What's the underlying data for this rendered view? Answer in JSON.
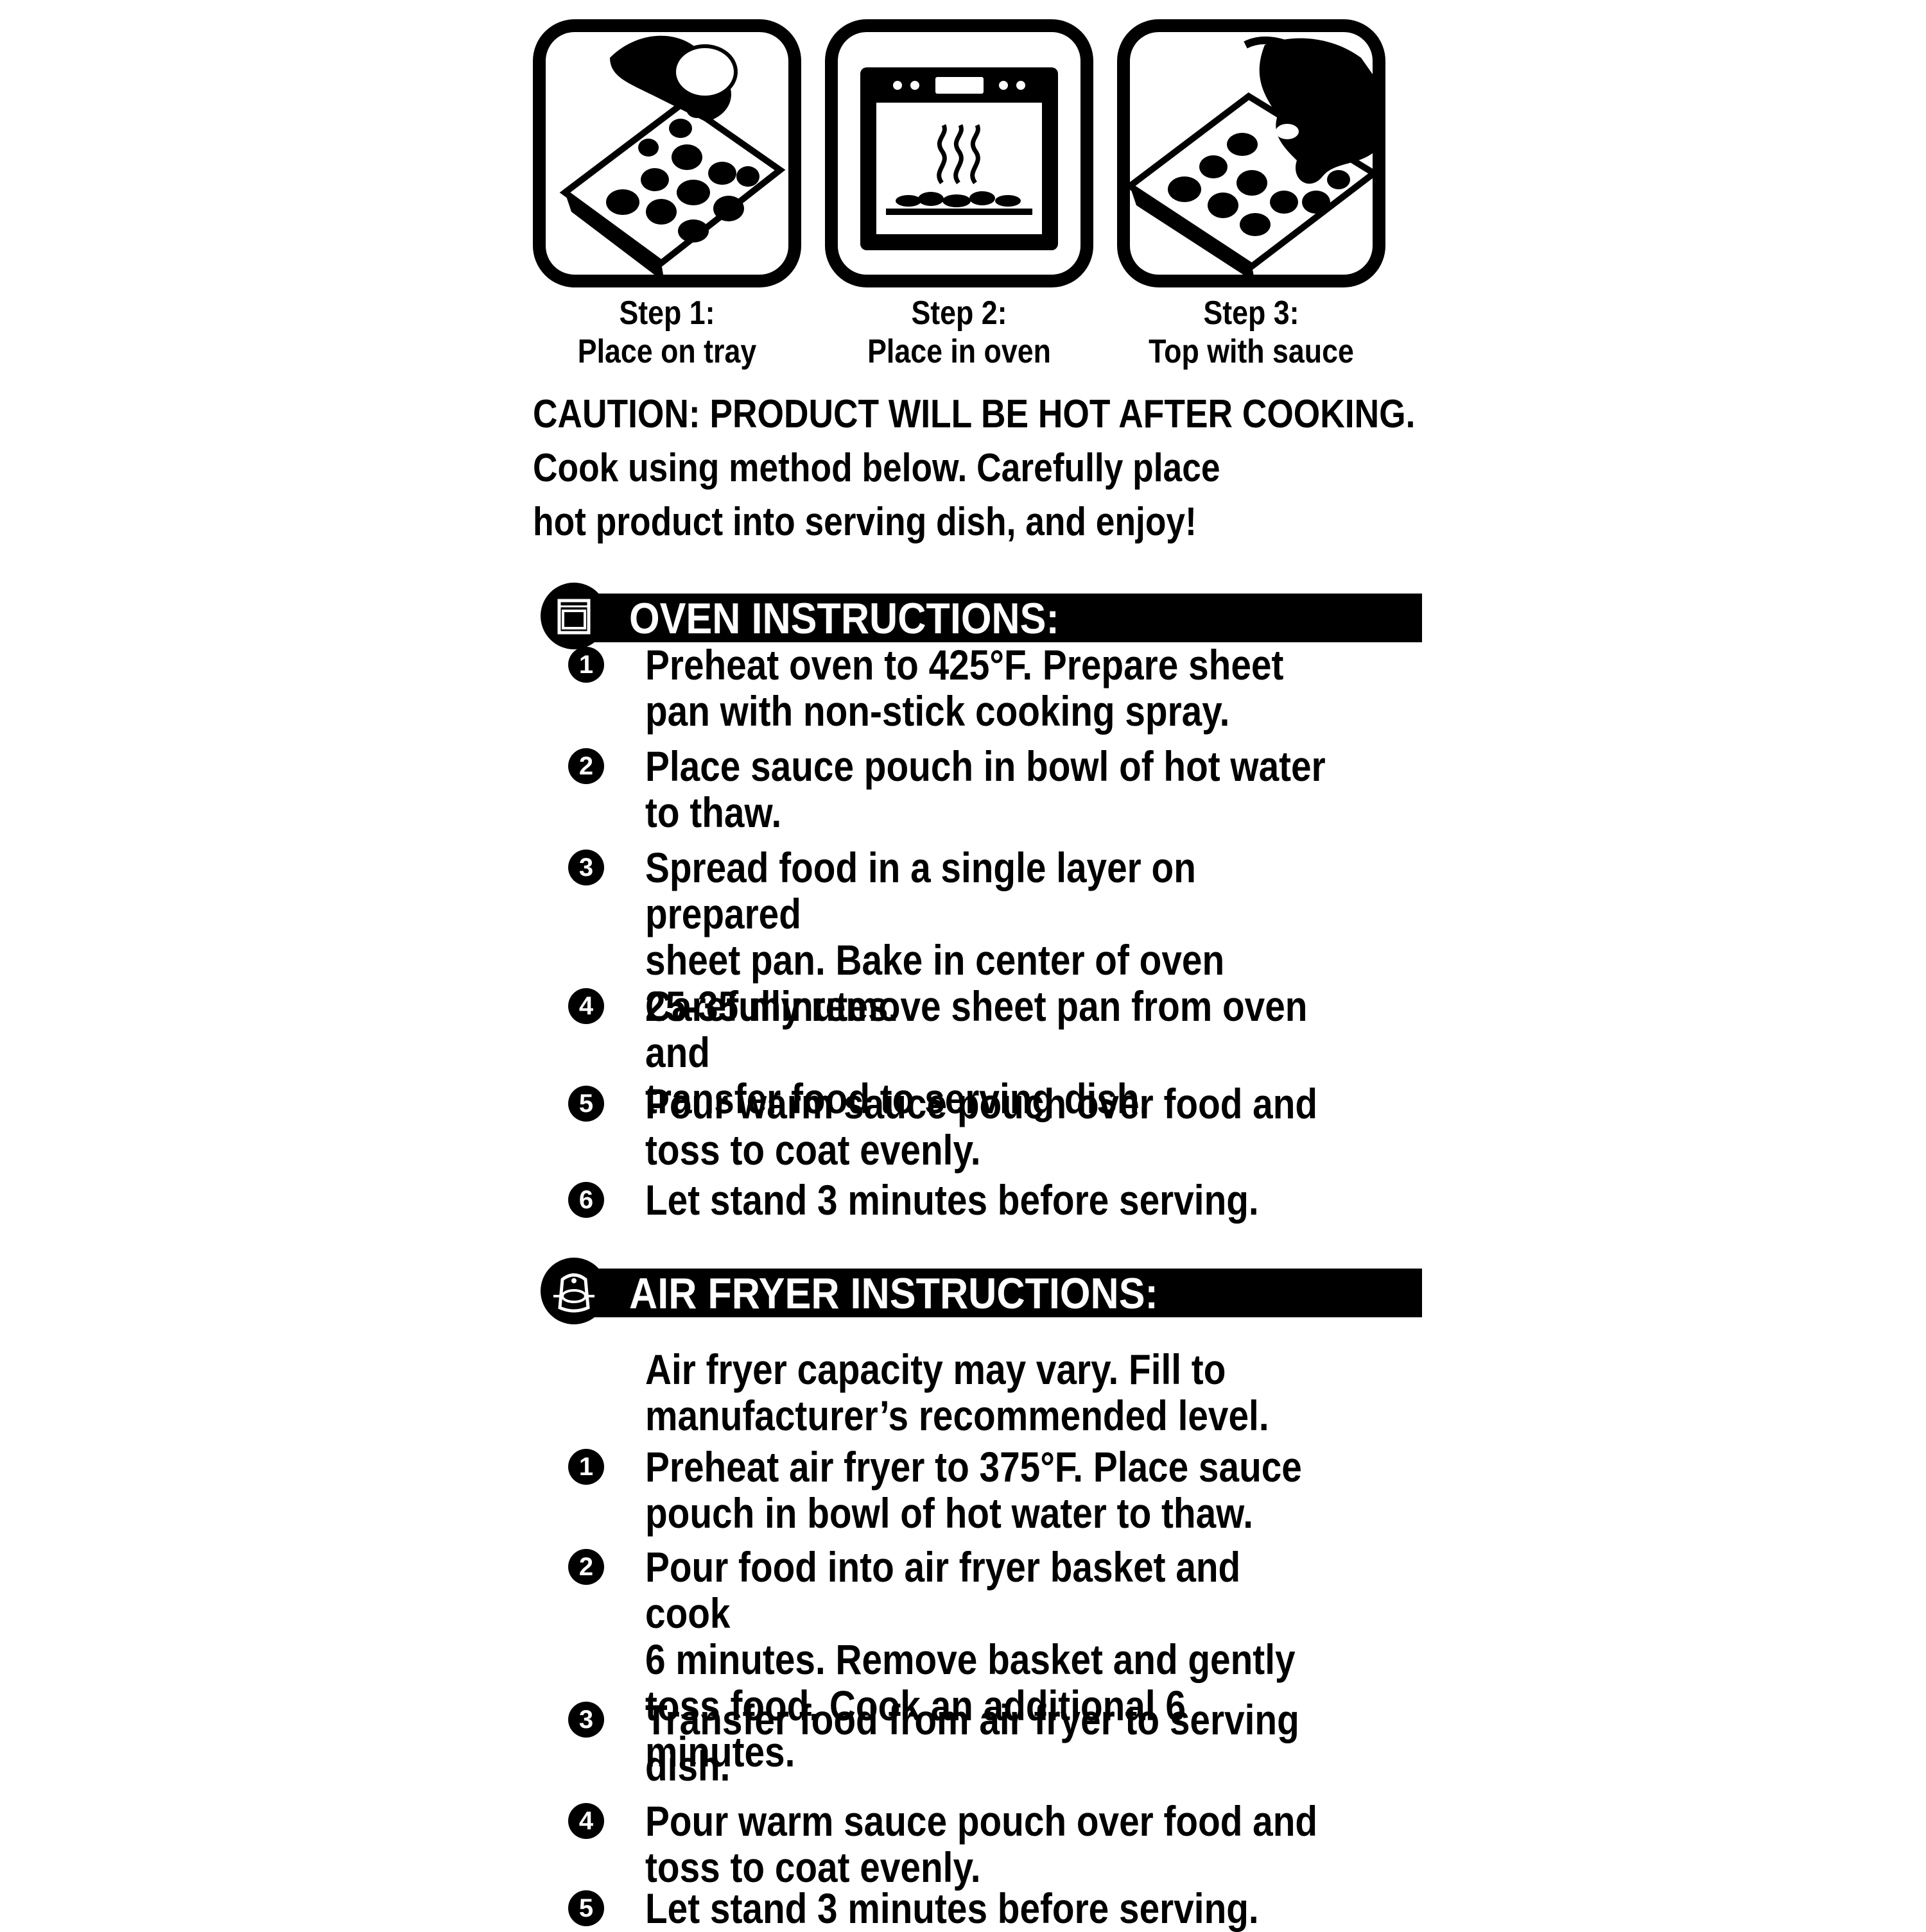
{
  "steps": [
    {
      "title": "Step 1:",
      "caption": "Place on tray",
      "icon": "tray-icon"
    },
    {
      "title": "Step 2:",
      "caption": "Place in oven",
      "icon": "oven-icon"
    },
    {
      "title": "Step 3:",
      "caption": "Top with sauce",
      "icon": "sauce-icon"
    }
  ],
  "caution": {
    "line1": "CAUTION: PRODUCT WILL BE HOT AFTER COOKING.",
    "line2": "Cook using method below. Carefully place",
    "line3": "hot product into serving dish, and enjoy!"
  },
  "oven": {
    "title": "OVEN INSTRUCTIONS:",
    "icon": "oven-icon",
    "items": [
      {
        "num": "1",
        "text": "Preheat oven to 425°F. Prepare sheet\npan with non-stick cooking spray."
      },
      {
        "num": "2",
        "text": "Place sauce pouch in bowl of hot water\nto thaw."
      },
      {
        "num": "3",
        "text": "Spread food in a single layer on prepared\nsheet pan. Bake in center of oven\n25-35 minutes."
      },
      {
        "num": "4",
        "text": "Carefully remove sheet pan from oven and\ntransfer food to serving dish."
      },
      {
        "num": "5",
        "text": "Pour warm sauce pouch over food and\ntoss to coat evenly."
      },
      {
        "num": "6",
        "text": "Let stand 3 minutes before serving."
      }
    ]
  },
  "airfryer": {
    "title": "AIR FRYER INSTRUCTIONS:",
    "icon": "air-fryer-icon",
    "note": "Air fryer capacity may vary. Fill to\nmanufacturer’s recommended level.",
    "items": [
      {
        "num": "1",
        "text": "Preheat air fryer to 375°F. Place sauce\npouch in bowl of hot water to thaw."
      },
      {
        "num": "2",
        "text": "Pour food into air fryer basket and cook\n6 minutes. Remove basket and gently\ntoss food. Cook an additional 6 minutes."
      },
      {
        "num": "3",
        "text": "Transfer food from air fryer to serving\ndish."
      },
      {
        "num": "4",
        "text": "Pour warm sauce pouch over food and\ntoss to coat evenly."
      },
      {
        "num": "5",
        "text": "Let stand 3 minutes before serving."
      }
    ]
  },
  "colors": {
    "ink": "#000000",
    "paper": "#ffffff"
  }
}
